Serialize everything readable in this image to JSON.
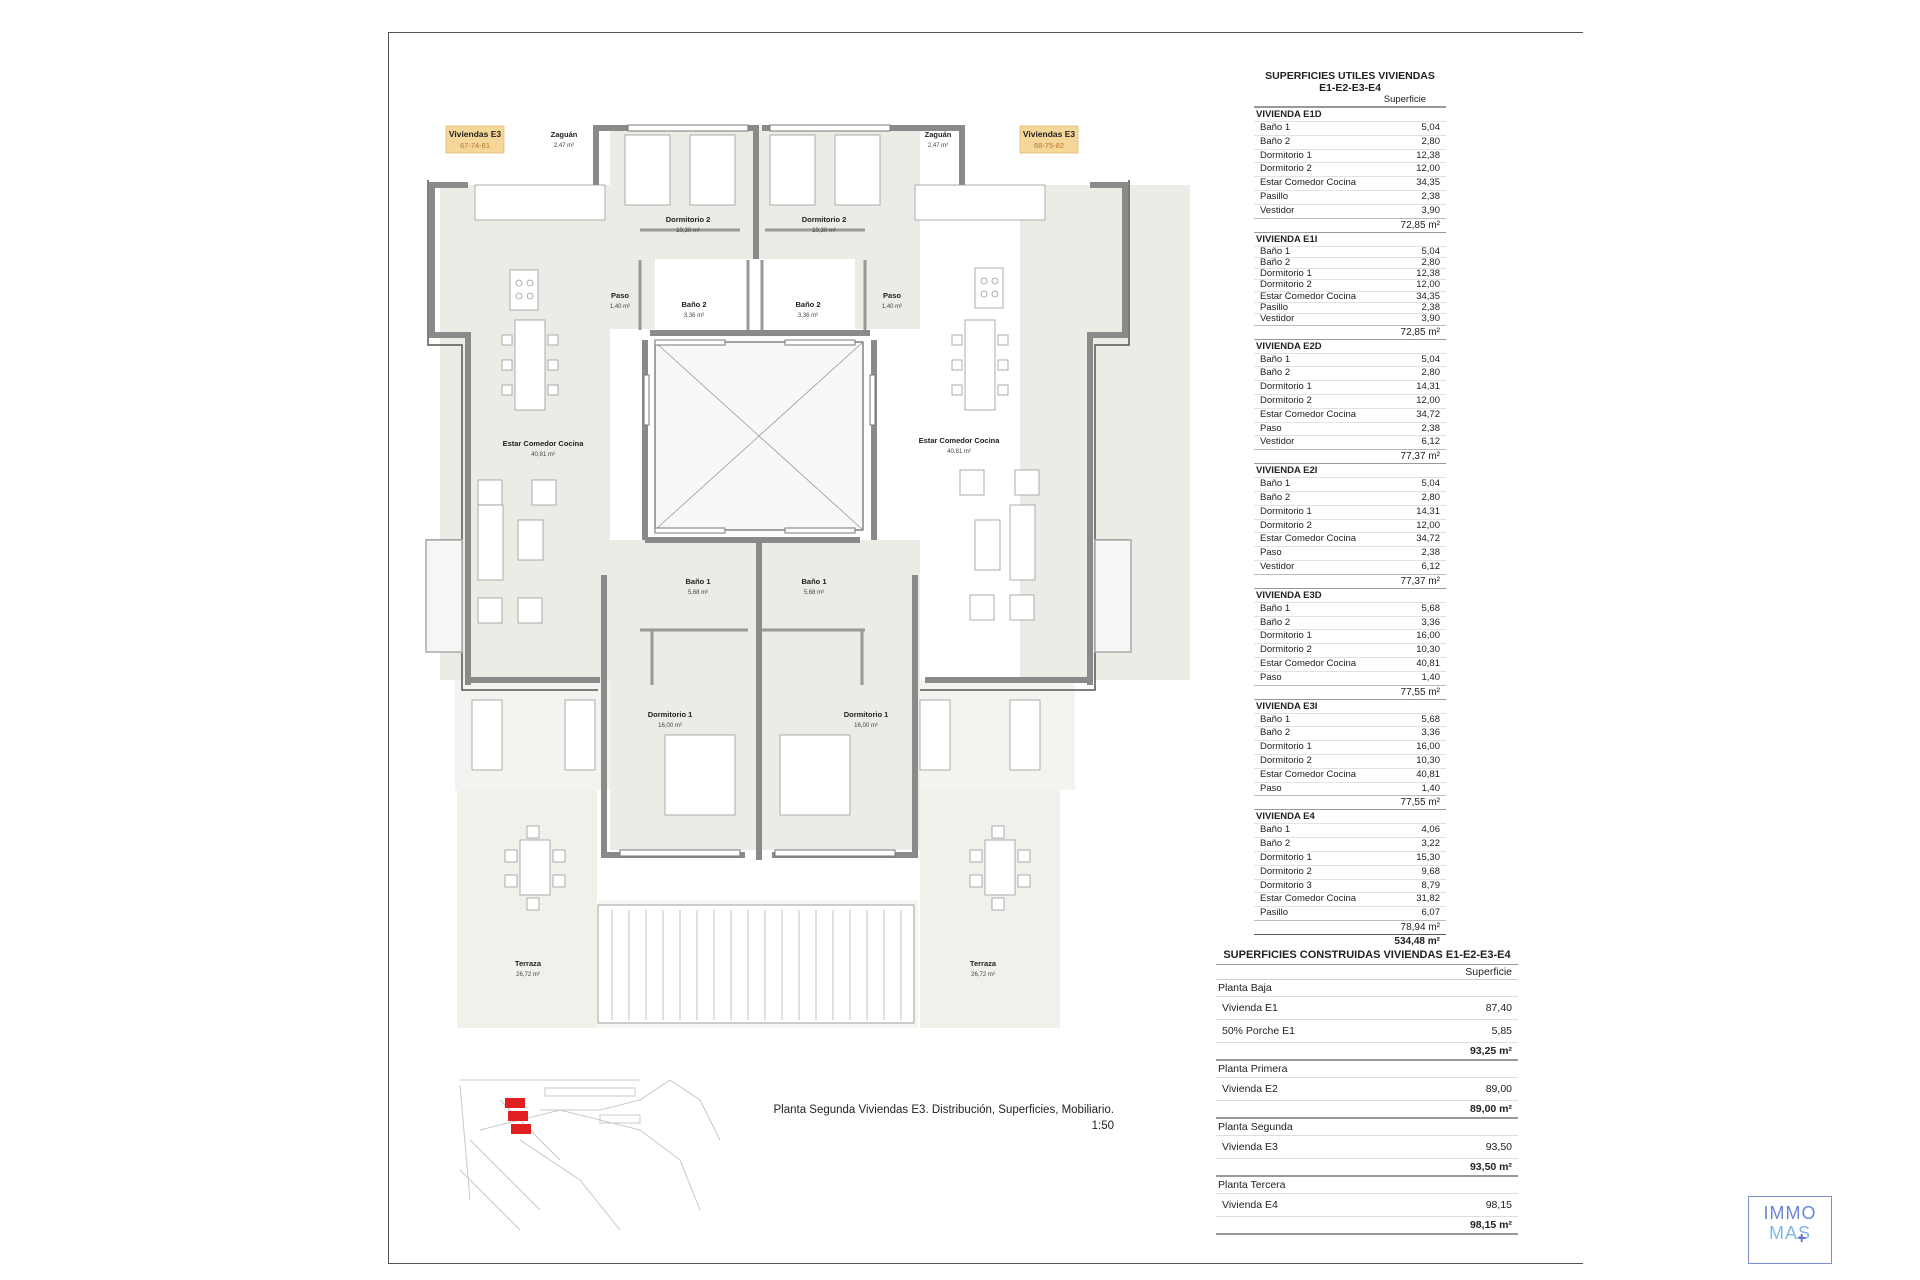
{
  "plan": {
    "rooms": [
      {
        "name": "Zaguán",
        "area": "2,47 m²"
      },
      {
        "name": "Zaguán",
        "area": "2,47 m²"
      },
      {
        "name": "Dormitorio 2",
        "area": "10,30 m²"
      },
      {
        "name": "Dormitorio 2",
        "area": "10,30 m²"
      },
      {
        "name": "Paso",
        "area": "1,40 m²"
      },
      {
        "name": "Paso",
        "area": "1,40 m²"
      },
      {
        "name": "Baño 2",
        "area": "3,36 m²"
      },
      {
        "name": "Baño 2",
        "area": "3,36 m²"
      },
      {
        "name": "Estar Comedor Cocina",
        "area": "40,81 m²"
      },
      {
        "name": "Estar Comedor Cocina",
        "area": "40,81 m²"
      },
      {
        "name": "Baño 1",
        "area": "5,68 m²"
      },
      {
        "name": "Baño 1",
        "area": "5,68 m²"
      },
      {
        "name": "Dormitorio 1",
        "area": "16,00 m²"
      },
      {
        "name": "Dormitorio 1",
        "area": "16,00 m²"
      },
      {
        "name": "Terraza",
        "area": "26,72 m²"
      },
      {
        "name": "Terraza",
        "area": "26,72 m²"
      }
    ],
    "tags": [
      {
        "title": "Viviendas E3",
        "codes": "67-74-81"
      },
      {
        "title": "Viviendas E3",
        "codes": "68-75-82"
      }
    ],
    "colors": {
      "wall": "#8a8a8a",
      "floor": "#ecebe6",
      "tag": "#f6d79a",
      "site_highlight": "#e02020"
    }
  },
  "util_table": {
    "title1": "SUPERFICIES UTILES VIVIENDAS",
    "title2": "E1-E2-E3-E4",
    "col": "Superficie",
    "sections": [
      {
        "name": "VIVIENDA E1D",
        "rows": [
          [
            "Baño 1",
            "5,04"
          ],
          [
            "Baño 2",
            "2,80"
          ],
          [
            "Dormitorio 1",
            "12,38"
          ],
          [
            "Dormitorio 2",
            "12,00"
          ],
          [
            "Estar Comedor Cocina",
            "34,35"
          ],
          [
            "Pasillo",
            "2,38"
          ],
          [
            "Vestidor",
            "3,90"
          ]
        ],
        "total": "72,85 m²"
      },
      {
        "name": "VIVIENDA E1I",
        "rows": [
          [
            "Baño 1",
            "5,04"
          ],
          [
            "Baño 2",
            "2,80"
          ],
          [
            "Dormitorio 1",
            "12,38"
          ],
          [
            "Dormitorio 2",
            "12,00"
          ],
          [
            "Estar Comedor Cocina",
            "34,35"
          ],
          [
            "Pasillo",
            "2,38"
          ],
          [
            "Vestidor",
            "3,90"
          ]
        ],
        "total": "72,85 m²"
      },
      {
        "name": "VIVIENDA E2D",
        "rows": [
          [
            "Baño 1",
            "5,04"
          ],
          [
            "Baño 2",
            "2,80"
          ],
          [
            "Dormitorio 1",
            "14,31"
          ],
          [
            "Dormitorio 2",
            "12,00"
          ],
          [
            "Estar Comedor Cocina",
            "34,72"
          ],
          [
            "Paso",
            "2,38"
          ],
          [
            "Vestidor",
            "6,12"
          ]
        ],
        "total": "77,37 m²"
      },
      {
        "name": "VIVIENDA E2I",
        "rows": [
          [
            "Baño 1",
            "5,04"
          ],
          [
            "Baño 2",
            "2,80"
          ],
          [
            "Dormitorio 1",
            "14,31"
          ],
          [
            "Dormitorio 2",
            "12,00"
          ],
          [
            "Estar Comedor Cocina",
            "34,72"
          ],
          [
            "Paso",
            "2,38"
          ],
          [
            "Vestidor",
            "6,12"
          ]
        ],
        "total": "77,37 m²"
      },
      {
        "name": "VIVIENDA E3D",
        "rows": [
          [
            "Baño 1",
            "5,68"
          ],
          [
            "Baño 2",
            "3,36"
          ],
          [
            "Dormitorio 1",
            "16,00"
          ],
          [
            "Dormitorio 2",
            "10,30"
          ],
          [
            "Estar Comedor Cocina",
            "40,81"
          ],
          [
            "Paso",
            "1,40"
          ]
        ],
        "total": "77,55 m²"
      },
      {
        "name": "VIVIENDA E3I",
        "rows": [
          [
            "Baño 1",
            "5,68"
          ],
          [
            "Baño 2",
            "3,36"
          ],
          [
            "Dormitorio 1",
            "16,00"
          ],
          [
            "Dormitorio 2",
            "10,30"
          ],
          [
            "Estar Comedor Cocina",
            "40,81"
          ],
          [
            "Paso",
            "1,40"
          ]
        ],
        "total": "77,55 m²"
      },
      {
        "name": "VIVIENDA E4",
        "rows": [
          [
            "Baño 1",
            "4,06"
          ],
          [
            "Baño 2",
            "3,22"
          ],
          [
            "Dormitorio 1",
            "15,30"
          ],
          [
            "Dormitorio 2",
            "9,68"
          ],
          [
            "Dormitorio 3",
            "8,79"
          ],
          [
            "Estar Comedor Cocina",
            "31,82"
          ],
          [
            "Pasillo",
            "6,07"
          ]
        ],
        "total": "78,94 m²"
      }
    ],
    "grand_total": "534,48 m²"
  },
  "built_table": {
    "title": "SUPERFICIES CONSTRUIDAS VIVIENDAS E1-E2-E3-E4",
    "col": "Superficie",
    "groups": [
      {
        "name": "Planta Baja",
        "rows": [
          [
            "Vivienda E1",
            "87,40"
          ],
          [
            "50% Porche E1",
            "5,85"
          ]
        ],
        "total": "93,25 m²"
      },
      {
        "name": "Planta Primera",
        "rows": [
          [
            "Vivienda E2",
            "89,00"
          ]
        ],
        "total": "89,00 m²"
      },
      {
        "name": "Planta Segunda",
        "rows": [
          [
            "Vivienda E3",
            "93,50"
          ]
        ],
        "total": "93,50 m²"
      },
      {
        "name": "Planta Tercera",
        "rows": [
          [
            "Vivienda E4",
            "98,15"
          ]
        ],
        "total": "98,15 m²"
      }
    ]
  },
  "caption": {
    "line1": "Planta Segunda Viviendas E3. Distribución, Superficies, Mobiliario.",
    "scale": "1:50"
  },
  "logo": {
    "line1": "IMMO",
    "line2": "MAS"
  }
}
